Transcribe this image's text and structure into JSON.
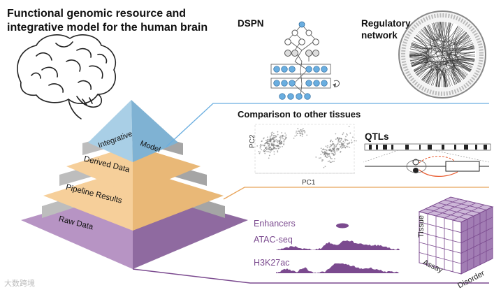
{
  "title": "Functional genomic resource and integrative model for the human brain",
  "pyramid": {
    "tiers": [
      {
        "words": [
          "Integrative",
          "Model"
        ],
        "color": "#a9cfe6",
        "side": "#7fb2d3"
      },
      {
        "label": "Derived Data",
        "color": "#f6cf9a",
        "side": "#e9b877"
      },
      {
        "label": "Pipeline Results",
        "color": "#f6cf9a",
        "side": "#e9b877"
      },
      {
        "label": "Raw Data",
        "color": "#b794c4",
        "side": "#8f6aa0"
      }
    ]
  },
  "panels": {
    "dspn": "DSPN",
    "regulatory": [
      "Regulatory",
      "network"
    ],
    "comparison": "Comparison to other tissues",
    "pc1": "PC1",
    "pc2": "PC2",
    "qtls": "QTLs",
    "enhancers": "Enhancers",
    "atac": "ATAC-seq",
    "h3k27ac": "H3K27ac",
    "cube": {
      "tissue": "Tissue",
      "assay": "Assay",
      "disorder": "Disorder"
    }
  },
  "colors": {
    "blue": "#6aaee0",
    "blue_dark": "#2f6c9e",
    "orange": "#e8a45a",
    "purple": "#7b4a8f",
    "gray": "#9a9a9a"
  },
  "watermark": "大数跨境"
}
